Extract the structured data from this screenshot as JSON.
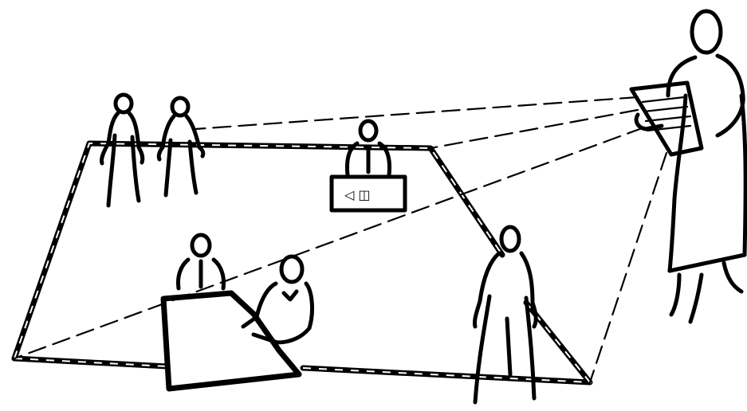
{
  "desk_sign": {
    "glyphs": "◁ ◫"
  },
  "colors": {
    "ink": "#000000",
    "background": "#ffffff"
  },
  "icons": [
    "observer-figure",
    "clipboard-icon",
    "standing-person",
    "seated-person",
    "desk-icon"
  ]
}
